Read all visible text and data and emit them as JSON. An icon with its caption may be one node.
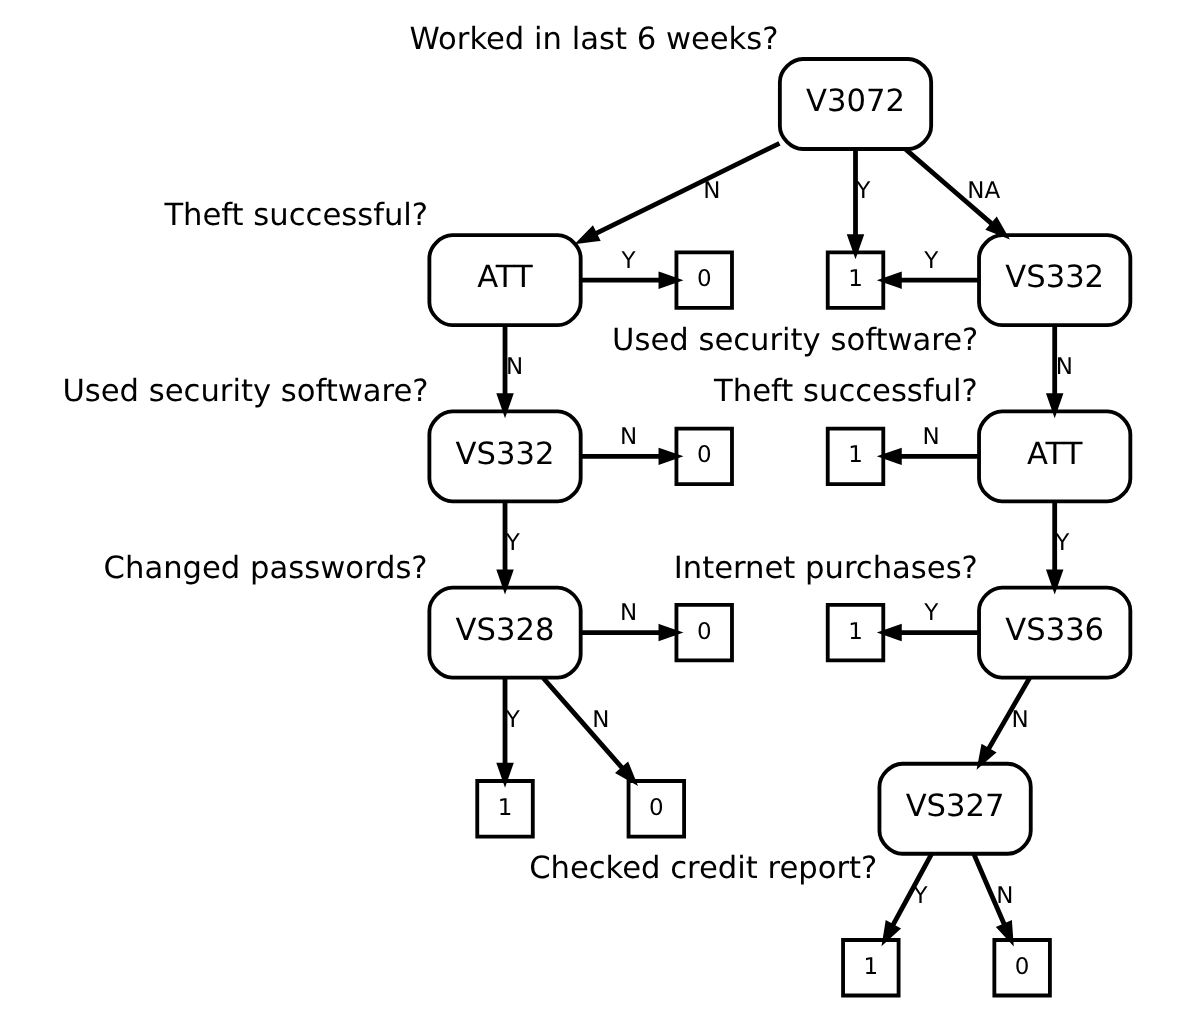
{
  "diagram": {
    "nodes": [
      {
        "text": [
          "V3072"
        ],
        "beside": [
          "Worked in last 6 weeks?"
        ]
      },
      {
        "text": [
          "ATT"
        ],
        "beside": [
          "Theft successful?"
        ]
      },
      {
        "text": [
          "0"
        ]
      },
      {
        "text": [
          "1"
        ]
      },
      {
        "text": [
          "VS332"
        ],
        "beside": [
          "Used security software?"
        ]
      },
      {
        "text": [
          "VS332"
        ],
        "beside": [
          "Used security software?"
        ]
      },
      {
        "text": [
          "0"
        ]
      },
      {
        "text": [
          "1"
        ]
      },
      {
        "text": [
          "ATT"
        ],
        "beside": [
          "Theft successful?"
        ]
      },
      {
        "text": [
          "VS328"
        ],
        "beside": [
          "Changed passwords?"
        ]
      },
      {
        "text": [
          "0"
        ]
      },
      {
        "text": [
          "1"
        ]
      },
      {
        "text": [
          "VS336"
        ],
        "beside": [
          "Internet purchases?"
        ]
      },
      {
        "text": [
          "1"
        ]
      },
      {
        "text": [
          "0"
        ]
      },
      {
        "text": [
          "VS327"
        ],
        "beside": [
          "Checked credit report?"
        ]
      },
      {
        "text": [
          "1"
        ]
      },
      {
        "text": [
          "0"
        ]
      }
    ],
    "edges": [
      {
        "from": 0,
        "to": 1,
        "arrow": "to",
        "label": "N"
      },
      {
        "from": 0,
        "to": 3,
        "arrow": "to",
        "label": "Y"
      },
      {
        "from": 0,
        "to": 4,
        "arrow": "to",
        "label": "NA"
      },
      {
        "from": 1,
        "to": 2,
        "arrow": "to",
        "label": "Y"
      },
      {
        "from": 1,
        "to": 5,
        "arrow": "to",
        "label": "N"
      },
      {
        "from": 4,
        "to": 3,
        "arrow": "to",
        "label": "Y"
      },
      {
        "from": 4,
        "to": 8,
        "arrow": "to",
        "label": "N"
      },
      {
        "from": 5,
        "to": 6,
        "arrow": "to",
        "label": "N"
      },
      {
        "from": 5,
        "to": 9,
        "arrow": "to",
        "label": "Y"
      },
      {
        "from": 8,
        "to": 7,
        "arrow": "to",
        "label": "N"
      },
      {
        "from": 8,
        "to": 12,
        "arrow": "to",
        "label": "Y"
      },
      {
        "from": 9,
        "to": 10,
        "arrow": "to",
        "label": "N"
      },
      {
        "from": 12,
        "to": 11,
        "arrow": "to",
        "label": "Y"
      },
      {
        "from": 12,
        "to": 15,
        "arrow": "to",
        "label": "N"
      },
      {
        "from": 9,
        "to": 13,
        "arrow": "to",
        "label": "Y"
      },
      {
        "from": 9,
        "to": 14,
        "arrow": "to",
        "label": "N"
      },
      {
        "from": 15,
        "to": 16,
        "arrow": "to",
        "label": "Y"
      },
      {
        "from": 15,
        "to": 17,
        "arrow": "to",
        "label": "N"
      }
    ]
  }
}
